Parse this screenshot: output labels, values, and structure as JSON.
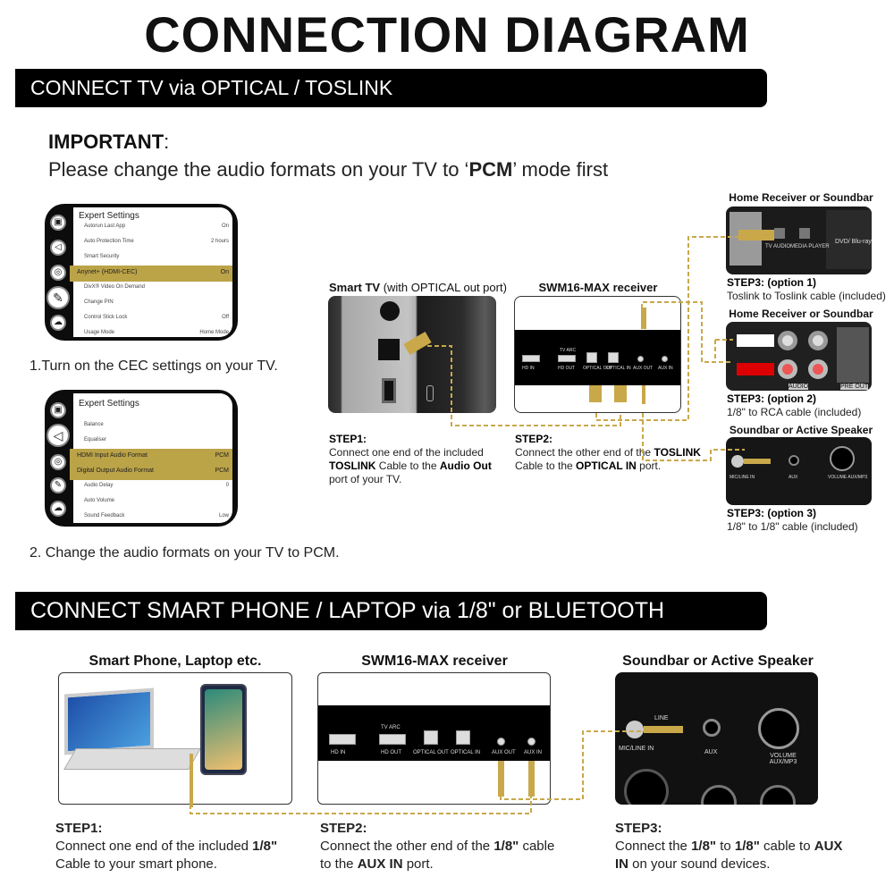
{
  "title": "CONNECTION DIAGRAM",
  "section1": {
    "header": "CONNECT TV via OPTICAL / TOSLINK",
    "important_label": "IMPORTANT",
    "important_colon": ":",
    "important_text_pre": "Please change the audio formats on your TV to ‘",
    "important_text_bold": "PCM",
    "important_text_post": "’ mode first",
    "menu1": {
      "title": "Expert Settings",
      "rows": [
        {
          "label": "Autorun Last App",
          "value": "On"
        },
        {
          "label": "Auto Protection Time",
          "value": "2 hours"
        },
        {
          "label": "Smart Security",
          "value": ""
        },
        {
          "label": "Anynet+ (HDMI-CEC)",
          "value": "On"
        },
        {
          "label": "DivX® Video On Demand",
          "value": ""
        },
        {
          "label": "Change PIN",
          "value": ""
        },
        {
          "label": "Control Stick Lock",
          "value": "Off"
        },
        {
          "label": "Usage Mode",
          "value": "Home Mode"
        }
      ]
    },
    "caption1": "1.Turn on the CEC settings on your TV.",
    "menu2": {
      "title": "Expert Settings",
      "rows": [
        {
          "label": "Balance",
          "value": ""
        },
        {
          "label": "Equaliser",
          "value": ""
        },
        {
          "label": "HDMI Input Audio Format",
          "value": "PCM"
        },
        {
          "label": "Digital Output Audio Format",
          "value": "PCM"
        },
        {
          "label": "Audio Delay",
          "value": "0"
        },
        {
          "label": "Auto Volume",
          "value": ""
        },
        {
          "label": "Sound Feedback",
          "value": "Low"
        }
      ]
    },
    "caption2": "2. Change the audio formats on your TV to PCM.",
    "tv_label_bold": "Smart TV",
    "tv_label_rest": " (with OPTICAL out port)",
    "receiver_label": "SWM16-MAX receiver",
    "ports": [
      "HD IN",
      "TV ARC",
      "HD OUT",
      "OPTICAL OUT",
      "OPTICAL IN",
      "AUX OUT",
      "AUX IN"
    ],
    "step1": {
      "title": "STEP1:",
      "t1": "Connect one end of the included ",
      "b1": "TOSLINK",
      "t2": " Cable to the ",
      "b2": "Audio Out",
      "t3": " port of your TV."
    },
    "step2": {
      "title": "STEP2:",
      "t1": "Connect the other end of the ",
      "b1": "TOSLINK",
      "t2": " Cable to the ",
      "b2": "OPTICAL IN",
      "t3": " port."
    },
    "options": [
      {
        "label": "Home Receiver or Soundbar",
        "step": "STEP3: (option 1)",
        "desc": "Toslink to Toslink cable (included)",
        "ports": [
          "TV AUDIO",
          "MEDIA PLAYER",
          "DVD/ Blu-ray"
        ]
      },
      {
        "label": "Home Receiver or Soundbar",
        "step": "STEP3: (option 2)",
        "desc": "1/8\" to RCA cable (included)",
        "ports": [
          "AUDIO",
          "PRE OUT"
        ]
      },
      {
        "label": "Soundbar or Active Speaker",
        "step": "STEP3: (option 3)",
        "desc": "1/8\" to 1/8\" cable (included)",
        "ports": [
          "MIC/LINE IN",
          "AUX",
          "VOLUME AUX/MP3"
        ]
      }
    ]
  },
  "section2": {
    "header": "CONNECT SMART PHONE / LAPTOP via 1/8\" or BLUETOOTH",
    "device_label": "Smart Phone, Laptop etc.",
    "receiver_label": "SWM16-MAX receiver",
    "speaker_label": "Soundbar or Active Speaker",
    "speaker_ports": [
      "MIC/LINE IN",
      "LINE",
      "AUX",
      "VOLUME AUX/MP3"
    ],
    "step1": {
      "title": "STEP1:",
      "t1": "Connect one end of the included ",
      "b1": "1/8\"",
      "t2": " Cable to your smart phone."
    },
    "step2": {
      "title": "STEP2:",
      "t1": "Connect the other end of the ",
      "b1": "1/8\"",
      "t2": " cable to the ",
      "b2": "AUX IN",
      "t3": " port."
    },
    "step3": {
      "title": "STEP3:",
      "t1": "Connect the ",
      "b1": "1/8\"",
      "t2": " to ",
      "b2": "1/8\"",
      "t3": " cable to ",
      "b3": "AUX IN",
      "t4": " on your sound devices."
    }
  },
  "colors": {
    "accent": "#c9a84a",
    "highlight": "#bba348",
    "bar": "#000000"
  }
}
